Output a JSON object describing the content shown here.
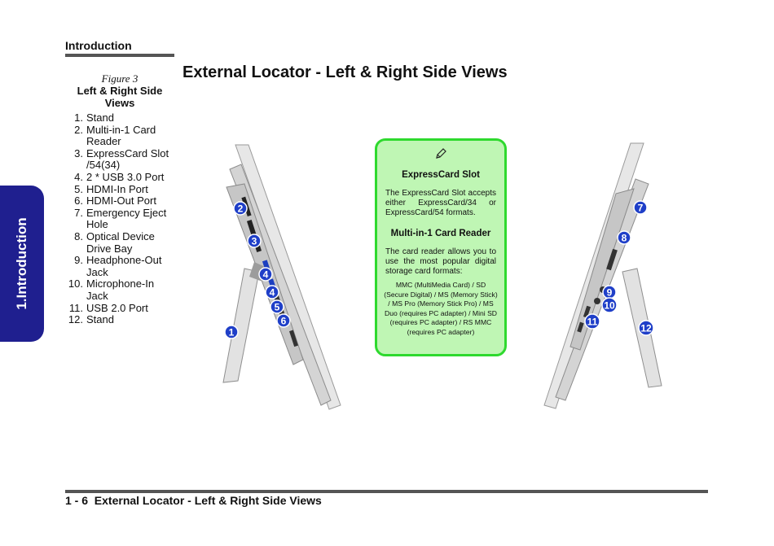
{
  "header": {
    "section": "Introduction",
    "title": "External Locator - Left & Right Side Views"
  },
  "side_tab": {
    "label": "1.Introduction",
    "color": "#1f1f8f"
  },
  "figure": {
    "number": "Figure 3",
    "title": "Left & Right Side Views",
    "items": [
      {
        "n": "1",
        "text": "Stand"
      },
      {
        "n": "2",
        "text": "Multi-in-1 Card Reader"
      },
      {
        "n": "3",
        "text": "ExpressCard Slot /54(34)"
      },
      {
        "n": "4",
        "text": "2 * USB 3.0 Port"
      },
      {
        "n": "5",
        "text": "HDMI-In Port"
      },
      {
        "n": "6",
        "text": "HDMI-Out Port"
      },
      {
        "n": "7",
        "text": "Emergency Eject Hole"
      },
      {
        "n": "8",
        "text": "Optical Device Drive Bay"
      },
      {
        "n": "9",
        "text": "Headphone-Out Jack"
      },
      {
        "n": "10",
        "text": "Microphone-In Jack"
      },
      {
        "n": "11",
        "text": "USB 2.0 Port"
      },
      {
        "n": "12",
        "text": "Stand"
      }
    ]
  },
  "note": {
    "icon": "pencil-icon",
    "box_color": "#bff6b4",
    "border_color": "#2ed92e",
    "expresscard_title": "ExpressCard Slot",
    "expresscard_text": "The ExpressCard Slot accepts either ExpressCard/34 or ExpressCard/54 formats.",
    "reader_title": "Multi-in-1 Card Reader",
    "reader_text": "The card reader allows you to use the most popular digital storage card formats:",
    "reader_formats": "MMC (MultiMedia Card) / SD (Secure Digital) / MS (Memory Stick) / MS Pro (Memory Stick Pro) / MS Duo (requires PC adapter) / Mini SD (requires PC adapter) / RS MMC (requires PC adapter)"
  },
  "callouts": {
    "left": [
      "1",
      "2",
      "3",
      "4",
      "4",
      "5",
      "6"
    ],
    "right": [
      "7",
      "8",
      "9",
      "10",
      "11",
      "12"
    ],
    "color": "#1f3fc8"
  },
  "footer": {
    "page": "1 - 6",
    "title": "External Locator - Left & Right Side Views"
  }
}
